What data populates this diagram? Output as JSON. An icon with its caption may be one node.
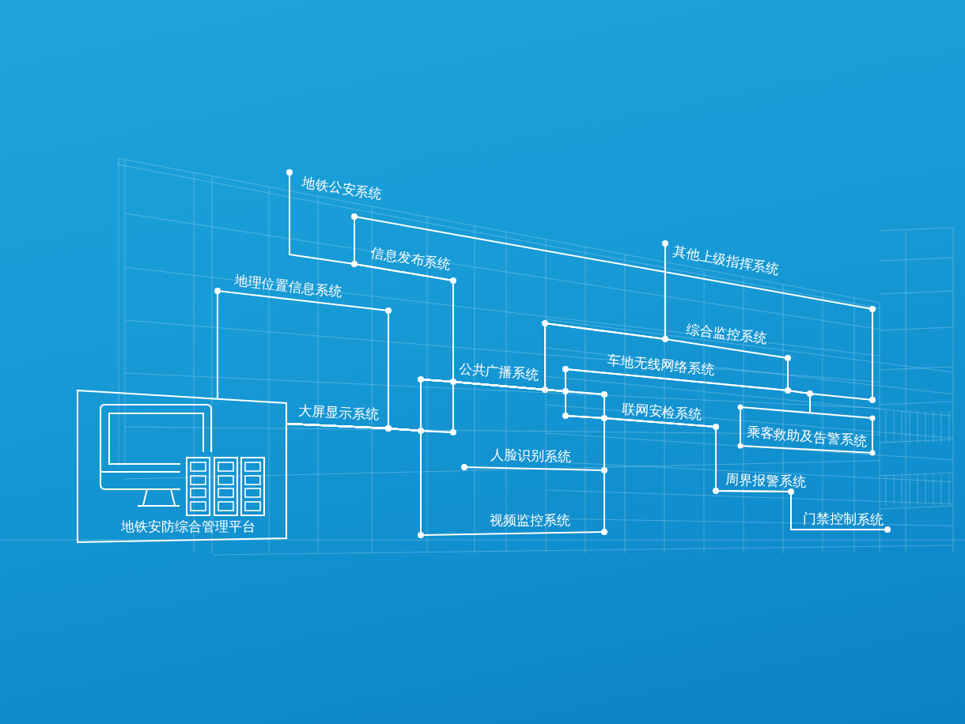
{
  "diagram": {
    "nodes": [
      {
        "text": [
          "地铁安防综合管理平台"
        ]
      },
      {
        "text": [
          "乘客救助及告警系统"
        ]
      }
    ],
    "edges": [
      {
        "from": 0,
        "to": null,
        "arrow": "other",
        "label": "地铁公安系统"
      },
      {
        "from": 0,
        "to": null,
        "arrow": "other",
        "label": "信息发布系统"
      },
      {
        "from": 0,
        "to": null,
        "arrow": "other",
        "label": "地理位置信息系统"
      },
      {
        "from": 0,
        "to": null,
        "arrow": "other",
        "label": "其他上级指挥系统"
      },
      {
        "from": 0,
        "to": null,
        "arrow": "other",
        "label": "综合监控系统"
      },
      {
        "from": 0,
        "to": null,
        "arrow": "other",
        "label": "公共广播系统"
      },
      {
        "from": 0,
        "to": null,
        "arrow": "other",
        "label": "车地无线网络系统"
      },
      {
        "from": 0,
        "to": null,
        "arrow": "other",
        "label": "大屏显示系统"
      },
      {
        "from": 0,
        "to": null,
        "arrow": "other",
        "label": "联网安检系统"
      },
      {
        "from": 0,
        "to": 1,
        "arrow": "none"
      },
      {
        "from": 0,
        "to": null,
        "arrow": "other",
        "label": "人脸识别系统"
      },
      {
        "from": 0,
        "to": null,
        "arrow": "other",
        "label": "周界报警系统"
      },
      {
        "from": 0,
        "to": null,
        "arrow": "other",
        "label": "视频监控系统"
      },
      {
        "from": 0,
        "to": null,
        "arrow": "other",
        "label": "门禁控制系统"
      }
    ]
  }
}
